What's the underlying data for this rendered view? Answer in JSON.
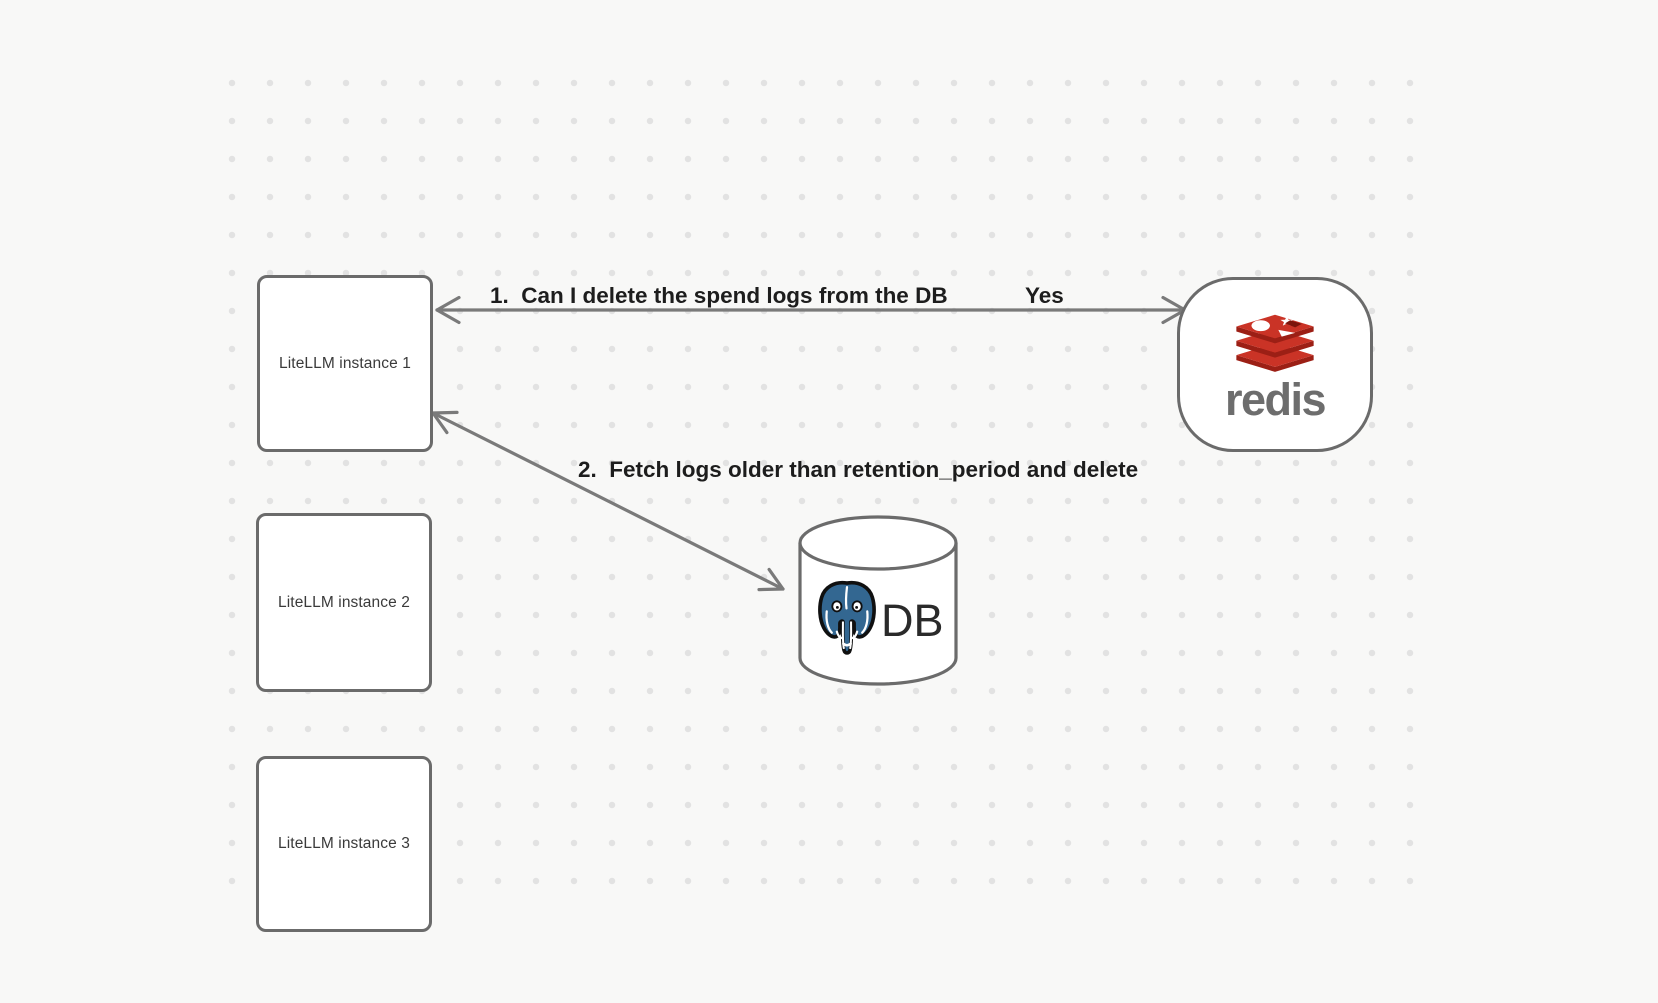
{
  "canvas": {
    "background_color": "#f8f8f7",
    "grid_dot_color": "#e2e2e2",
    "stroke_color": "#6b6b6b",
    "arrow_color": "#7a7a7a"
  },
  "nodes": {
    "instance1": {
      "label": "LiteLLM instance 1"
    },
    "instance2": {
      "label": "LiteLLM instance 2"
    },
    "instance3": {
      "label": "LiteLLM instance 3"
    },
    "redis": {
      "wordmark": "redis",
      "icon": "redis-stack-logo",
      "brand_red": "#ca3326",
      "brand_dark_red": "#9c1f15",
      "wordmark_color": "#6d6d6d"
    },
    "db": {
      "label": "DB",
      "icon": "postgresql-elephant-logo",
      "postgres_blue": "#336791"
    }
  },
  "edges": {
    "redis_edge": {
      "from": "instance1",
      "to": "redis",
      "style": "double-headed-arrow",
      "label": "1.  Can I delete the spend logs from the DB",
      "reply": "Yes"
    },
    "db_edge": {
      "from": "instance1",
      "to": "db",
      "style": "double-headed-arrow",
      "label": "2.  Fetch logs older than retention_period and delete"
    }
  }
}
